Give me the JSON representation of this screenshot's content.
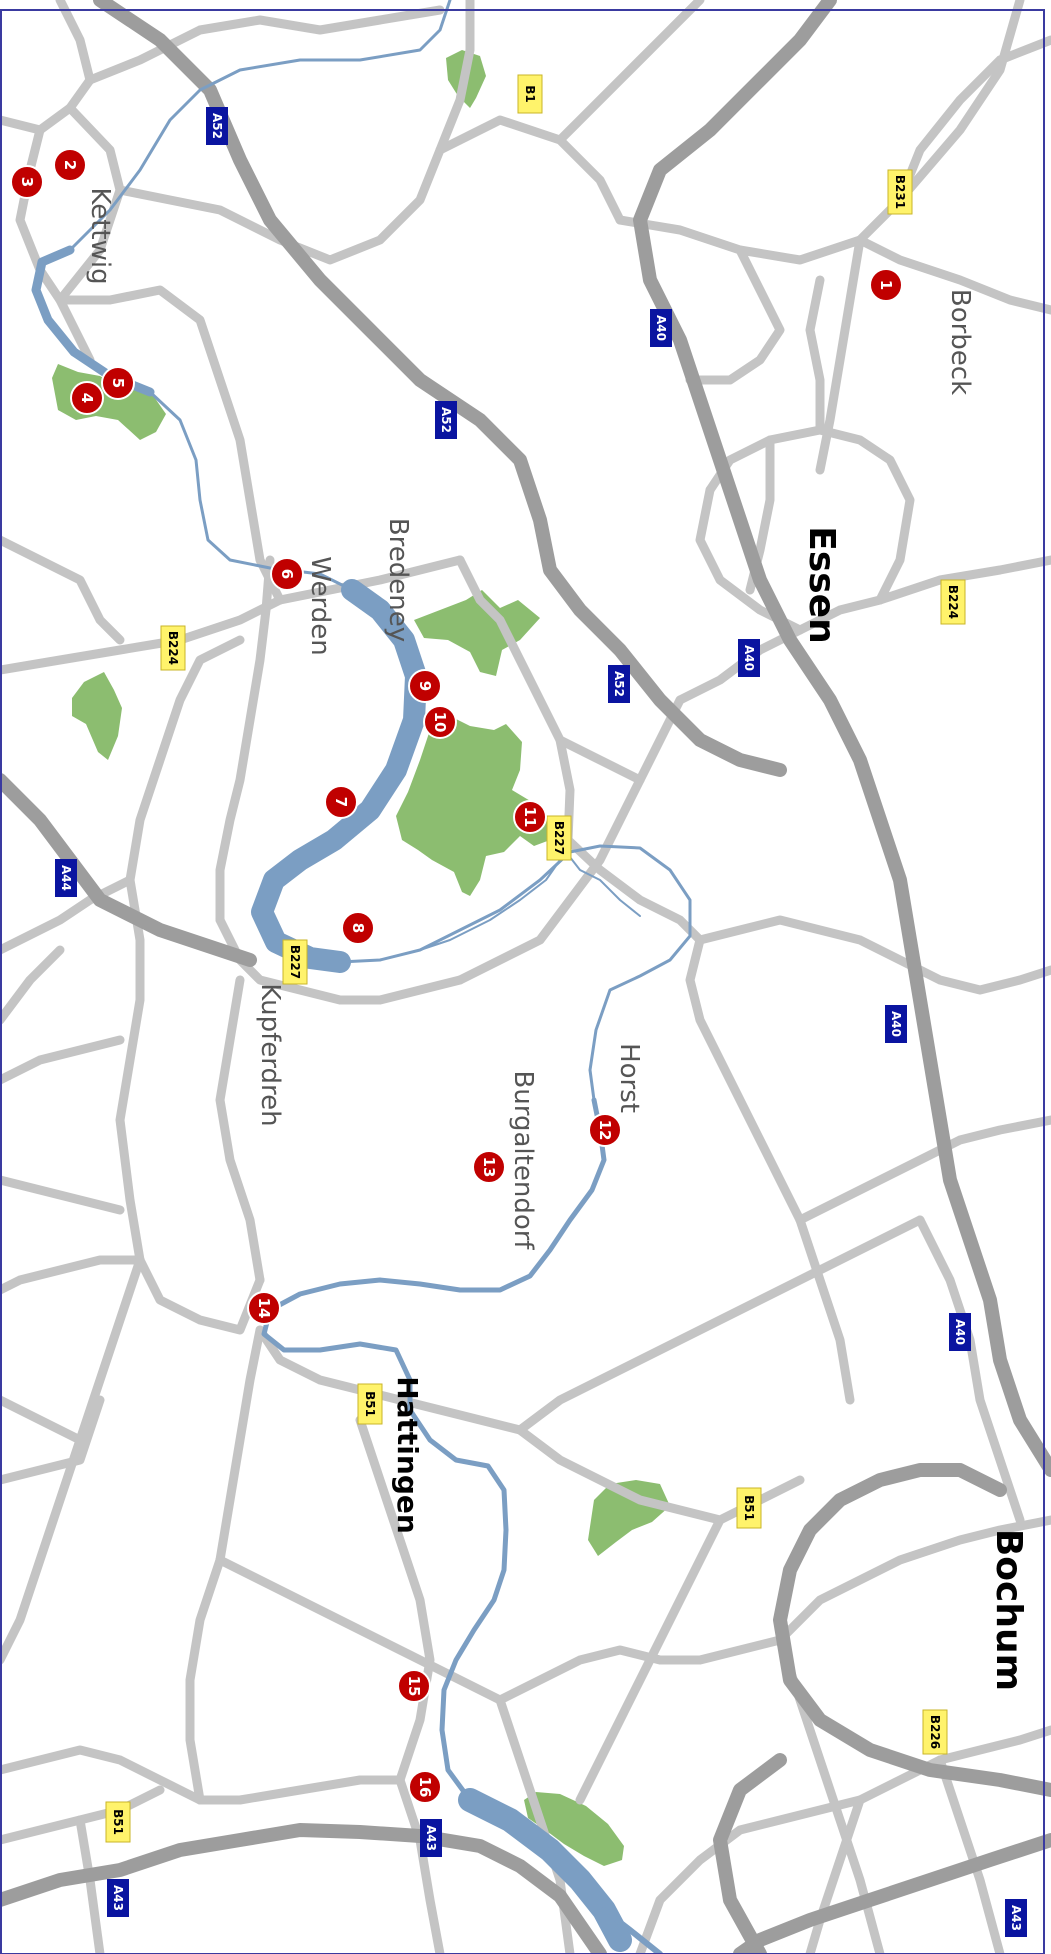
{
  "colors": {
    "background": "#ffffff",
    "road_minor": "#c4c4c4",
    "road_motorway": "#9d9d9d",
    "river": "#7b9ec3",
    "park": "#8cbd70",
    "marker": "#c00000",
    "motorway_shield": "#0a14a0",
    "federal_shield": "#fff36b",
    "border": "#3a3aa0"
  },
  "places": {
    "essen": "Essen",
    "bochum": "Bochum",
    "hattingen": "Hattingen",
    "kettwig": "Kettwig",
    "borbeck": "Borbeck",
    "bredeney": "Bredeney",
    "werden": "Werden",
    "kupferdreh": "Kupferdreh",
    "horst": "Horst",
    "burgaltendorf": "Burgaltendorf"
  },
  "markers": [
    "1",
    "2",
    "3",
    "4",
    "5",
    "6",
    "7",
    "8",
    "9",
    "10",
    "11",
    "12",
    "13",
    "14",
    "15",
    "16"
  ],
  "shields": {
    "a52": "A52",
    "a40": "A40",
    "a44": "A44",
    "a43": "A43",
    "b1": "B1",
    "b231": "B231",
    "b224": "B224",
    "b227": "B227",
    "b51": "B51",
    "b226": "B226"
  }
}
